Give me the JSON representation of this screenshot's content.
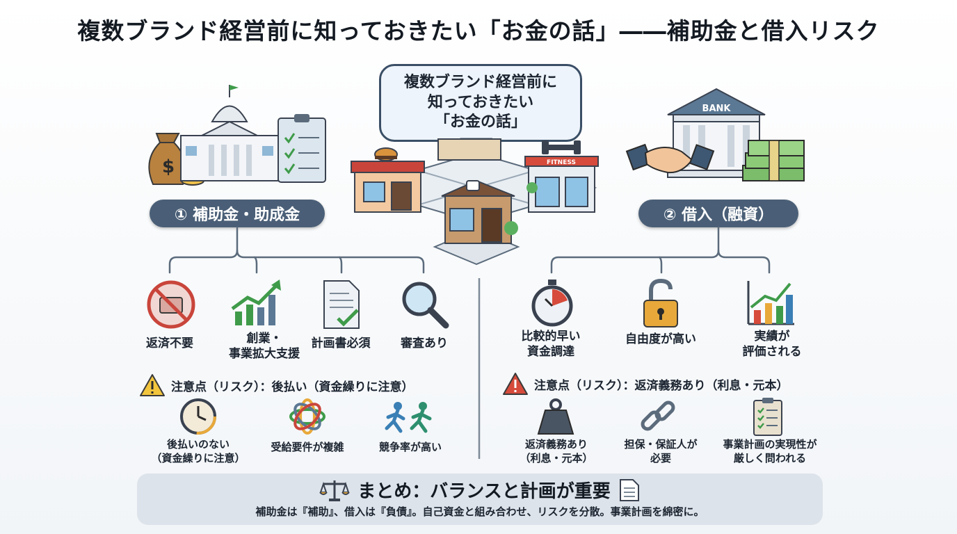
{
  "title": "複数ブランド経営前に知っておきたい「お金の話」――補助金と借入リスク",
  "bubble": {
    "line1": "複数ブランド経営前に",
    "line2": "知っておきたい",
    "line3": "「お金の話」"
  },
  "illustration": {
    "bank_sign": "BANK",
    "gym_sign": "FITNESS"
  },
  "left": {
    "pill": "① 補助金・助成金",
    "features": [
      {
        "label": "返済不要",
        "icon": "no-repayment-icon"
      },
      {
        "label_line1": "創業・",
        "label_line2": "事業拡大支援",
        "icon": "growth-chart-icon"
      },
      {
        "label": "計画書必須",
        "icon": "document-check-icon"
      },
      {
        "label": "審査あり",
        "icon": "magnifier-icon"
      }
    ],
    "warning": "注意点（リスク）：後払い（資金繰りに注意）",
    "risks": [
      {
        "label_line1": "後払いのない",
        "label_line2": "（資金繰りに注意）",
        "icon": "clock-icon"
      },
      {
        "label": "受給要件が複雑",
        "icon": "tangle-icon"
      },
      {
        "label": "競争率が高い",
        "icon": "runners-icon"
      }
    ]
  },
  "right": {
    "pill": "② 借入（融資）",
    "features": [
      {
        "label_line1": "比較的早い",
        "label_line2": "資金調達",
        "icon": "stopwatch-icon"
      },
      {
        "label": "自由度が高い",
        "icon": "open-lock-icon"
      },
      {
        "label_line1": "実績が",
        "label_line2": "評価される",
        "icon": "bar-chart-icon"
      }
    ],
    "warning": "注意点（リスク）：返済義務あり（利息・元本）",
    "risks": [
      {
        "label_line1": "返済義務あり",
        "label_line2": "（利息・元本）",
        "icon": "weight-icon"
      },
      {
        "label_line1": "担保・保証人が",
        "label_line2": "必要",
        "icon": "chain-icon"
      },
      {
        "label_line1": "事業計画の実現性が",
        "label_line2": "厳しく問われる",
        "icon": "clipboard-icon"
      }
    ]
  },
  "summary": {
    "title": "まとめ：バランスと計画が重要",
    "text": "補助金は『補助』、借入は『負債』。自己資金と組み合わせ、リスクを分散。事業計画を綿密に。"
  },
  "colors": {
    "navy": "#4a5f77",
    "green": "#3f9b4a",
    "red": "#d64b3b",
    "gold": "#e8a93a"
  }
}
